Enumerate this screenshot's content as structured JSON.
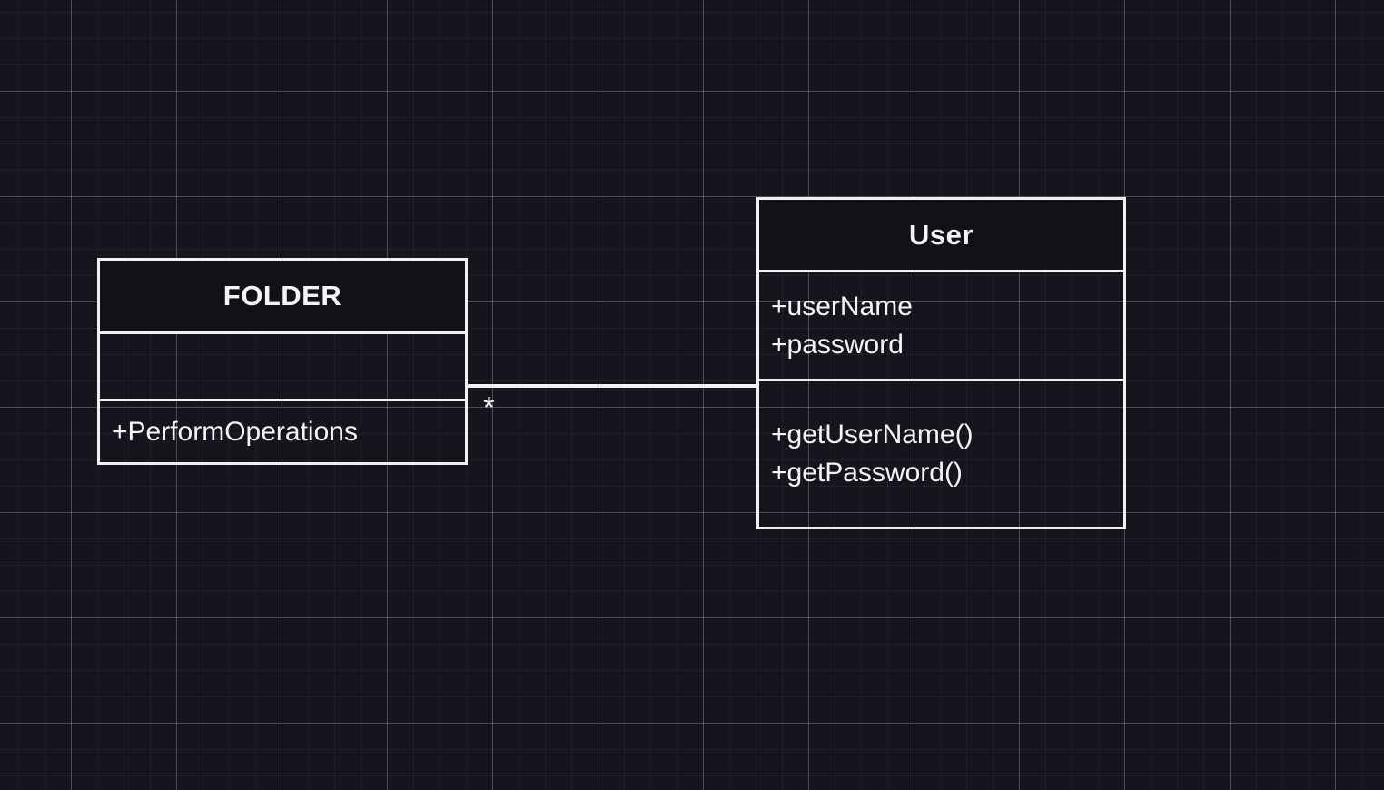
{
  "canvas": {
    "background_color": "#16141d",
    "grid_minor_color": "rgba(255,255,255,0.045)",
    "grid_major_color": "rgba(255,255,255,0.20)",
    "shape_stroke_color": "#f0eff2",
    "text_color": "#f4f3f6"
  },
  "diagram": {
    "type": "uml-class-diagram",
    "classes": [
      {
        "name": "FOLDER",
        "attributes": [],
        "methods": [
          "+PerformOperations"
        ]
      },
      {
        "name": "User",
        "attributes": [
          "+userName",
          "+password"
        ],
        "methods": [
          "+getUserName()",
          "+getPassword()"
        ]
      }
    ],
    "association": {
      "from": "FOLDER",
      "to": "User",
      "multiplicity_label": "*"
    }
  }
}
